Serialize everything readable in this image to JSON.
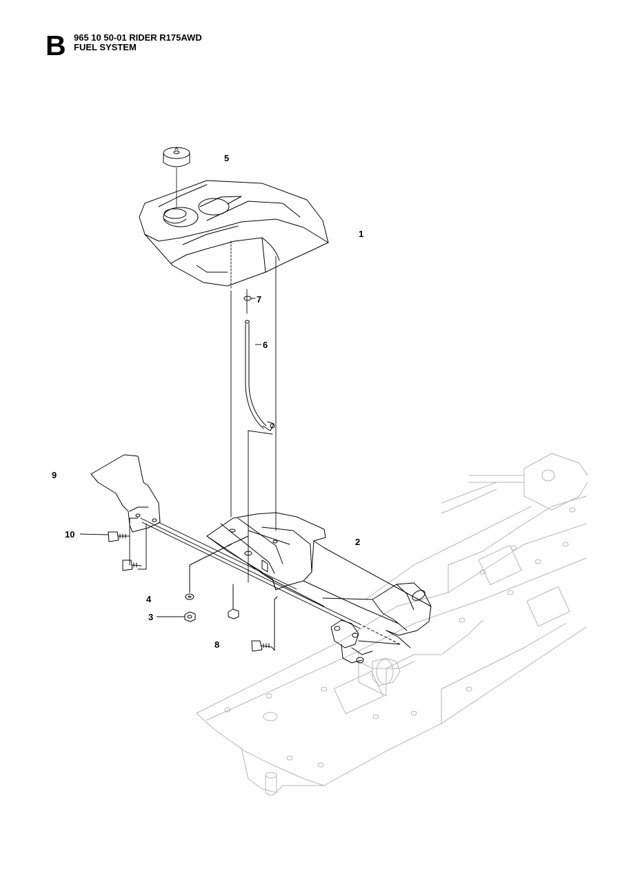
{
  "header": {
    "section_letter": "B",
    "title": "965 10 50-01 RIDER R175AWD",
    "subtitle": "FUEL SYSTEM"
  },
  "callouts": [
    "1",
    "2",
    "3",
    "4",
    "5",
    "6",
    "7",
    "8",
    "9",
    "10"
  ]
}
